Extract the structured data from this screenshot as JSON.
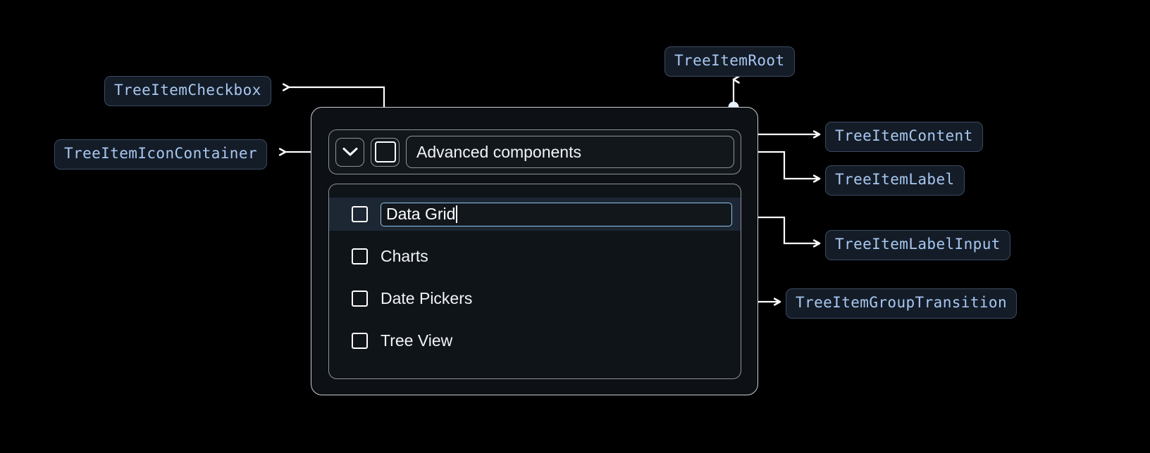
{
  "annotations": [
    {
      "key": "checkbox",
      "label": "TreeItemCheckbox"
    },
    {
      "key": "icon_container",
      "label": "TreeItemIconContainer"
    },
    {
      "key": "root",
      "label": "TreeItemRoot"
    },
    {
      "key": "content",
      "label": "TreeItemContent"
    },
    {
      "key": "label",
      "label": "TreeItemLabel"
    },
    {
      "key": "label_input",
      "label": "TreeItemLabelInput"
    },
    {
      "key": "group_transition",
      "label": "TreeItemGroupTransition"
    }
  ],
  "component": {
    "icon": "chevron-down-icon",
    "root_checkbox_state": "unchecked",
    "root_label": "Advanced components",
    "items": [
      {
        "label": "Data Grid",
        "editing": true,
        "selected": true,
        "checked": false
      },
      {
        "label": "Charts",
        "editing": false,
        "selected": false,
        "checked": false
      },
      {
        "label": "Date Pickers",
        "editing": false,
        "selected": false,
        "checked": false
      },
      {
        "label": "Tree View",
        "editing": false,
        "selected": false,
        "checked": false
      }
    ]
  },
  "colors": {
    "background": "#000000",
    "pill_bg": "#141c28",
    "pill_border": "#3b4a60",
    "pill_text": "#a8c8f0",
    "panel_bg": "#0d1115",
    "panel_border": "#c9cdd1",
    "inner_border": "#8d939a",
    "selected_row": "#1d2733",
    "input_border": "#8fc3f0",
    "connector": "#ffffff",
    "connector_dot": "#e8f0fb",
    "text": "#f2f4f6"
  }
}
